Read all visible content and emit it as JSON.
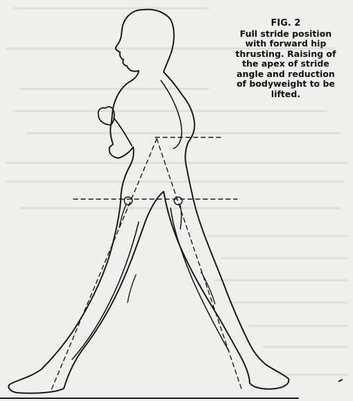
{
  "figure": {
    "label": "FIG. 2",
    "caption_lines": [
      "Full stride position",
      "with forward hip",
      "thrusting. Raising of",
      "the apex of stride",
      "angle and reduction",
      "of bodyweight to be",
      "lifted."
    ]
  },
  "colors": {
    "paper": "#efefec",
    "ink": "#1a1a1a",
    "bleed": "#d9d9d4"
  }
}
